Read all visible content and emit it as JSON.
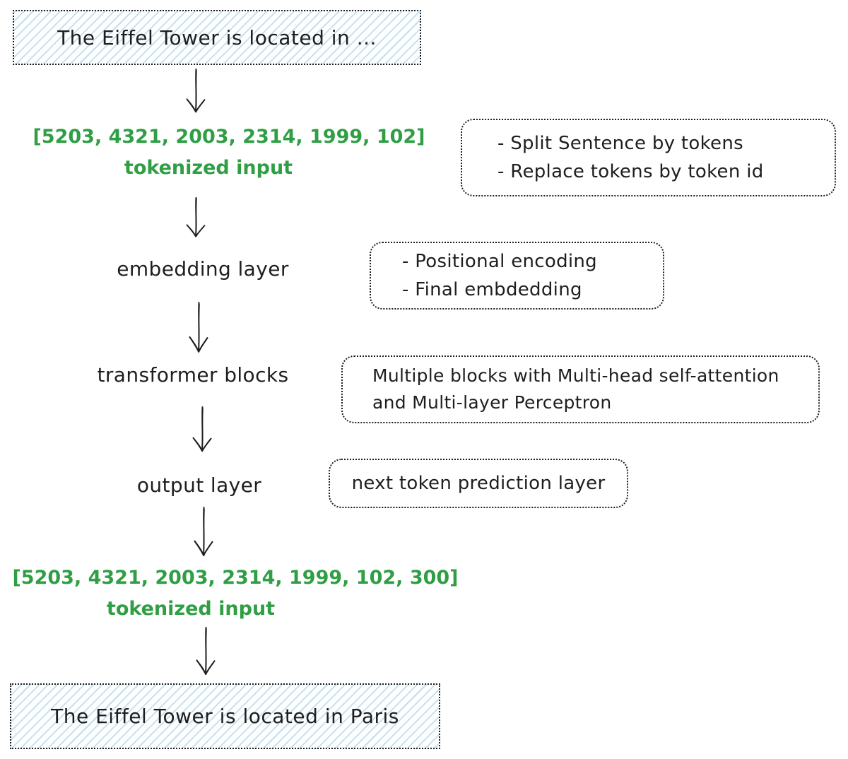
{
  "colors": {
    "ink": "#1e1e1e",
    "green": "#2f9e44",
    "hatch": "#c5ddef"
  },
  "flow": {
    "input_box": {
      "text": "The Eiffel Tower is located in ..."
    },
    "tokenized_input": {
      "values": "[5203, 4321, 2003, 2314, 1999, 102]",
      "caption": "tokenized input"
    },
    "nodes": {
      "embedding": "embedding layer",
      "transformer": "transformer blocks",
      "output": "output layer"
    },
    "notes": {
      "tokenizer": {
        "line1": "- Split Sentence by tokens",
        "line2": "- Replace tokens by token id"
      },
      "embedding": {
        "line1": "- Positional encoding",
        "line2": "- Final embdedding"
      },
      "transformer": {
        "line1": "Multiple blocks with Multi-head self-attention",
        "line2": "and Multi-layer Perceptron"
      },
      "output": {
        "text": "next token prediction layer"
      }
    },
    "tokenized_output": {
      "values": "[5203, 4321, 2003, 2314, 1999, 102, 300]",
      "caption": "tokenized input"
    },
    "output_box": {
      "text": "The Eiffel Tower is located in Paris"
    }
  }
}
